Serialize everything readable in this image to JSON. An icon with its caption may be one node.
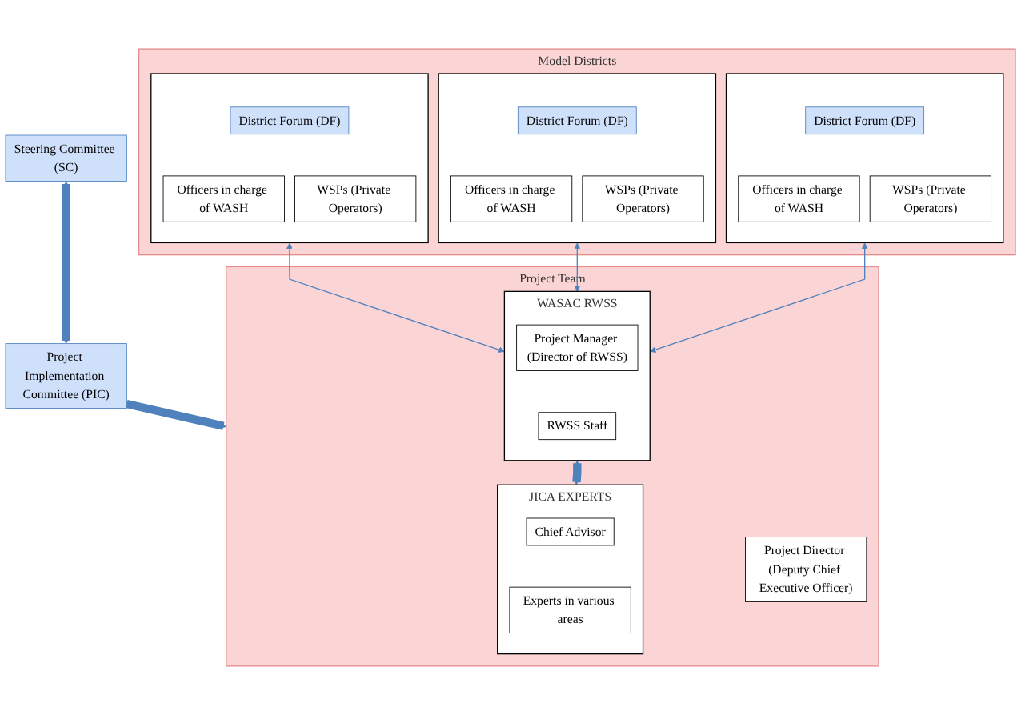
{
  "diagram": {
    "nodes": [
      {
        "text": [
          "Steering Committee (SC)"
        ]
      },
      {
        "text": [
          "Project Implementation Committee (PIC)"
        ]
      },
      {
        "text": [
          "Project Team"
        ]
      },
      {
        "text": [
          "Project Director (Deputy Chief Executive Officer)"
        ],
        "in": 2
      },
      {
        "text": [
          "WASAC RWSS"
        ],
        "in": 2
      },
      {
        "text": [
          "Project Manager (Director of RWSS)"
        ],
        "in": 4
      },
      {
        "text": [
          "RWSS Staff"
        ],
        "in": 4
      },
      {
        "text": [
          "JICA EXPERTS"
        ],
        "in": 2
      },
      {
        "text": [
          "Chief Advisor"
        ],
        "in": 7
      },
      {
        "text": [
          "Experts in various areas"
        ],
        "in": 7
      },
      {
        "text": [
          "Model Districts"
        ]
      },
      {
        "text": [],
        "shape": "box",
        "in": 10
      },
      {
        "text": [
          "District Forum (DF)"
        ],
        "in": 11
      },
      {
        "text": [
          "Officers in charge of WASH"
        ],
        "in": 11
      },
      {
        "text": [
          "WSPs (Private Operators)"
        ],
        "in": 11
      },
      {
        "text": [],
        "shape": "box",
        "in": 10
      },
      {
        "text": [
          "District Forum (DF)"
        ],
        "in": 15
      },
      {
        "text": [
          "Officers in charge of WASH"
        ],
        "in": 15
      },
      {
        "text": [
          "WSPs (Private Operators)"
        ],
        "in": 15
      },
      {
        "text": [],
        "shape": "box",
        "in": 10
      },
      {
        "text": [
          "District Forum (DF)"
        ],
        "in": 19
      },
      {
        "text": [
          "Officers in charge of WASH"
        ],
        "in": 19
      },
      {
        "text": [
          "WSPs (Private Operators)"
        ],
        "in": 19
      }
    ],
    "edges": [
      {
        "from": 0,
        "to": 1,
        "arrow": "both",
        "style": "thick"
      },
      {
        "from": 1,
        "to": 2,
        "arrow": "to",
        "style": "thick"
      },
      {
        "from": 4,
        "to": 7,
        "arrow": "both",
        "style": "thick"
      },
      {
        "from": 11,
        "to": 4,
        "arrow": "both"
      },
      {
        "from": 15,
        "to": 4,
        "arrow": "both"
      },
      {
        "from": 19,
        "to": 4,
        "arrow": "both"
      }
    ]
  }
}
